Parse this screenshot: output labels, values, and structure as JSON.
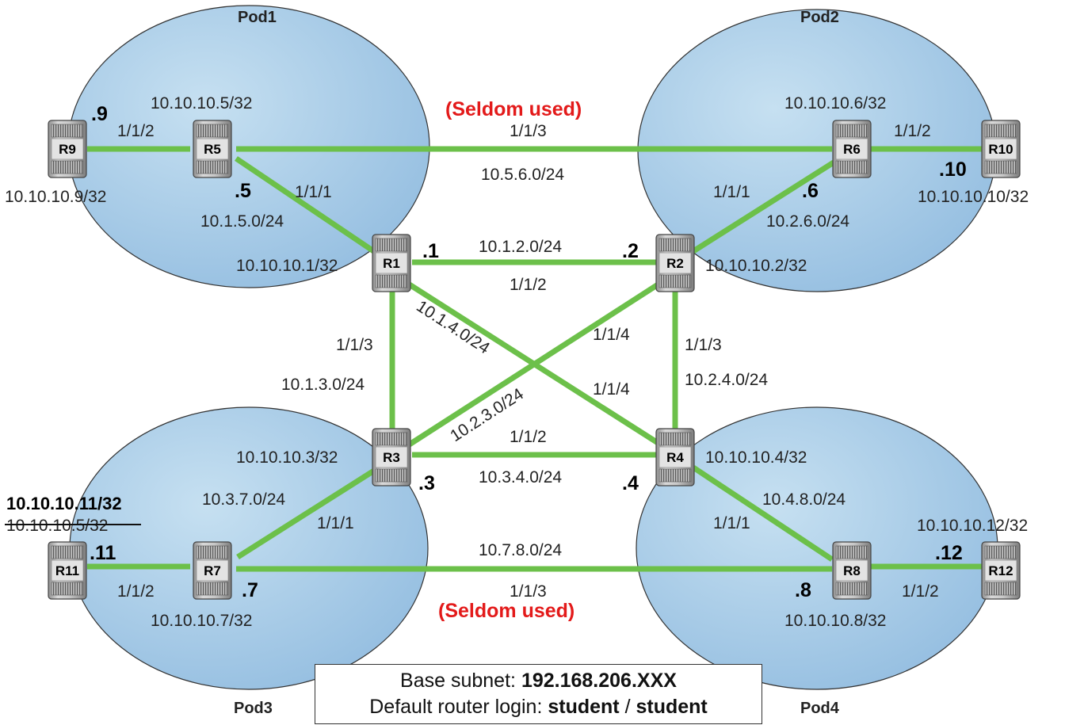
{
  "pods": [
    "Pod1",
    "Pod2",
    "Pod3",
    "Pod4"
  ],
  "routers": {
    "R1": {
      "label": "R1",
      "loopback": "10.10.10.1/32",
      "host": ".1"
    },
    "R2": {
      "label": "R2",
      "loopback": "10.10.10.2/32",
      "host": ".2"
    },
    "R3": {
      "label": "R3",
      "loopback": "10.10.10.3/32",
      "host": ".3"
    },
    "R4": {
      "label": "R4",
      "loopback": "10.10.10.4/32",
      "host": ".4"
    },
    "R5": {
      "label": "R5",
      "loopback": "10.10.10.5/32",
      "host": ".5"
    },
    "R6": {
      "label": "R6",
      "loopback": "10.10.10.6/32",
      "host": ".6"
    },
    "R7": {
      "label": "R7",
      "loopback": "10.10.10.7/32",
      "host": ".7"
    },
    "R8": {
      "label": "R8",
      "loopback": "10.10.10.8/32",
      "host": ".8"
    },
    "R9": {
      "label": "R9",
      "loopback": "10.10.10.9/32",
      "host": ".9"
    },
    "R10": {
      "label": "R10",
      "loopback": "10.10.10.10/32",
      "host": ".10"
    },
    "R11": {
      "label": "R11",
      "loopback": "10.10.10.11/32",
      "loopback_old": "10.10.10.5/32",
      "host": ".11"
    },
    "R12": {
      "label": "R12",
      "loopback": "10.10.10.12/32",
      "host": ".12"
    }
  },
  "links": {
    "r9_r5": {
      "port": "1/1/2"
    },
    "r5_r1": {
      "port": "1/1/1",
      "subnet": "10.1.5.0/24"
    },
    "r5_r6": {
      "port": "1/1/3",
      "subnet": "10.5.6.0/24",
      "note": "(Seldom used)"
    },
    "r6_r10": {
      "port": "1/1/2"
    },
    "r6_r2": {
      "port": "1/1/1",
      "subnet": "10.2.6.0/24"
    },
    "r1_r2": {
      "port": "1/1/2",
      "subnet": "10.1.2.0/24"
    },
    "r1_r3": {
      "port": "1/1/3",
      "subnet": "10.1.3.0/24"
    },
    "r1_r4": {
      "port": "1/1/4",
      "subnet": "10.1.4.0/24"
    },
    "r2_r3": {
      "port": "1/1/4",
      "subnet": "10.2.3.0/24"
    },
    "r2_r4": {
      "port": "1/1/3",
      "subnet": "10.2.4.0/24"
    },
    "r3_r4": {
      "port": "1/1/2",
      "subnet": "10.3.4.0/24"
    },
    "r3_r7": {
      "port": "1/1/1",
      "subnet": "10.3.7.0/24"
    },
    "r4_r8": {
      "port": "1/1/1",
      "subnet": "10.4.8.0/24"
    },
    "r11_r7": {
      "port": "1/1/2"
    },
    "r7_r8": {
      "port": "1/1/3",
      "subnet": "10.7.8.0/24",
      "note": "(Seldom used)"
    },
    "r8_r12": {
      "port": "1/1/2"
    }
  },
  "info": {
    "subnet_label": "Base subnet: ",
    "subnet_value": "192.168.206.XXX",
    "login_label": "Default router login: ",
    "login_user": "student",
    "login_sep": " / ",
    "login_pass": "student"
  },
  "colors": {
    "link": "#6cc04a",
    "pod_fill": "#a9cfe9",
    "router": "#b5b5b5",
    "note": "#e31a1a"
  }
}
